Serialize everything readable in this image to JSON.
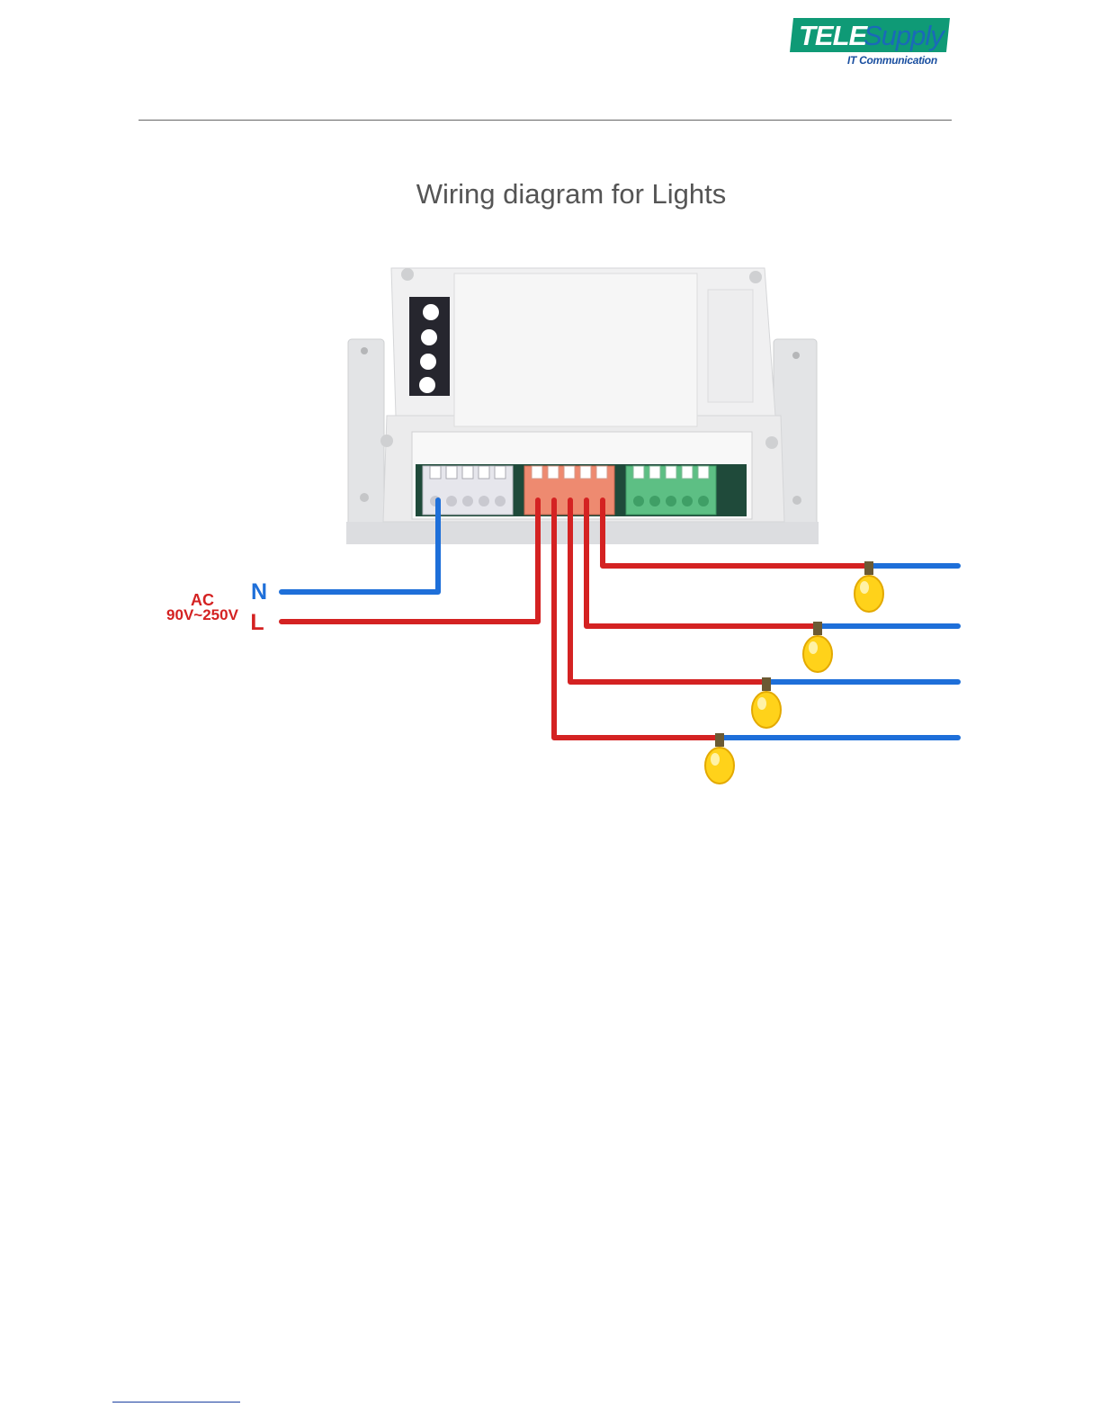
{
  "header": {
    "logo": {
      "brand_left": "TELE",
      "brand_right": "Supply",
      "tagline": "IT Communication"
    }
  },
  "diagram": {
    "title": "Wiring diagram for Lights",
    "supply": {
      "type": "AC",
      "range": "90V~250V",
      "neutral": "N",
      "live": "L"
    },
    "lamp_count": 4,
    "colors": {
      "neutral_wire": "#1e6fd9",
      "live_wire": "#d42222",
      "lamp": "#ffd21a",
      "terminal_white": "#e6e6ec",
      "terminal_orange": "#ee8a70",
      "terminal_green": "#5dbf84"
    }
  }
}
